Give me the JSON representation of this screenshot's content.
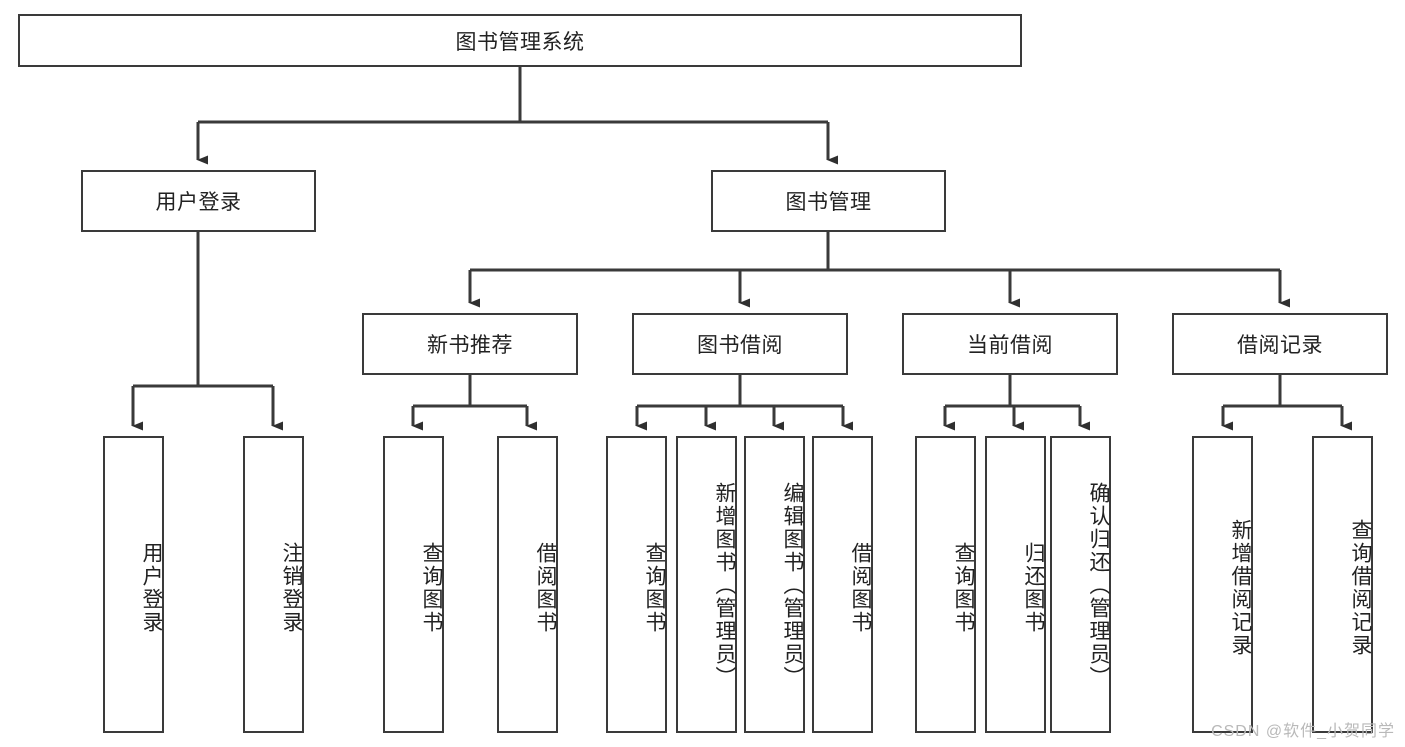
{
  "diagram": {
    "title": "图书管理系统",
    "type": "functional-decomposition-tree",
    "root": {
      "id": "root",
      "label": "图书管理系统"
    },
    "level2": [
      {
        "id": "user-login",
        "label": "用户登录"
      },
      {
        "id": "book-management",
        "label": "图书管理"
      }
    ],
    "level3": [
      {
        "id": "new-book-recommend",
        "label": "新书推荐"
      },
      {
        "id": "book-borrow",
        "label": "图书借阅"
      },
      {
        "id": "current-borrow",
        "label": "当前借阅"
      },
      {
        "id": "borrow-record",
        "label": "借阅记录"
      }
    ],
    "leaves": {
      "user_login": [
        {
          "id": "leaf-user-login",
          "label": "用户登录"
        },
        {
          "id": "leaf-logout-login",
          "label": "注销登录"
        }
      ],
      "new_book_recommend": [
        {
          "id": "leaf-query-book-1",
          "label": "查询图书"
        },
        {
          "id": "leaf-borrow-book-1",
          "label": "借阅图书"
        }
      ],
      "book_borrow": [
        {
          "id": "leaf-query-book-2",
          "label": "查询图书"
        },
        {
          "id": "leaf-add-book",
          "label": "新增图书（管理员）"
        },
        {
          "id": "leaf-edit-book",
          "label": "编辑图书（管理员）"
        },
        {
          "id": "leaf-borrow-book-2",
          "label": "借阅图书"
        }
      ],
      "current_borrow": [
        {
          "id": "leaf-query-book-3",
          "label": "查询图书"
        },
        {
          "id": "leaf-return-book",
          "label": "归还图书"
        },
        {
          "id": "leaf-confirm-return",
          "label": "确认归还（管理员）"
        }
      ],
      "borrow_record": [
        {
          "id": "leaf-add-record",
          "label": "新增借阅记录"
        },
        {
          "id": "leaf-query-record",
          "label": "查询借阅记录"
        }
      ]
    }
  },
  "watermark": {
    "text": "CSDN @软件_小贺同学"
  },
  "colors": {
    "stroke": "#3a3a3a",
    "fill": "#ffffff",
    "text": "#222222",
    "watermark": "#b9b9b9"
  }
}
